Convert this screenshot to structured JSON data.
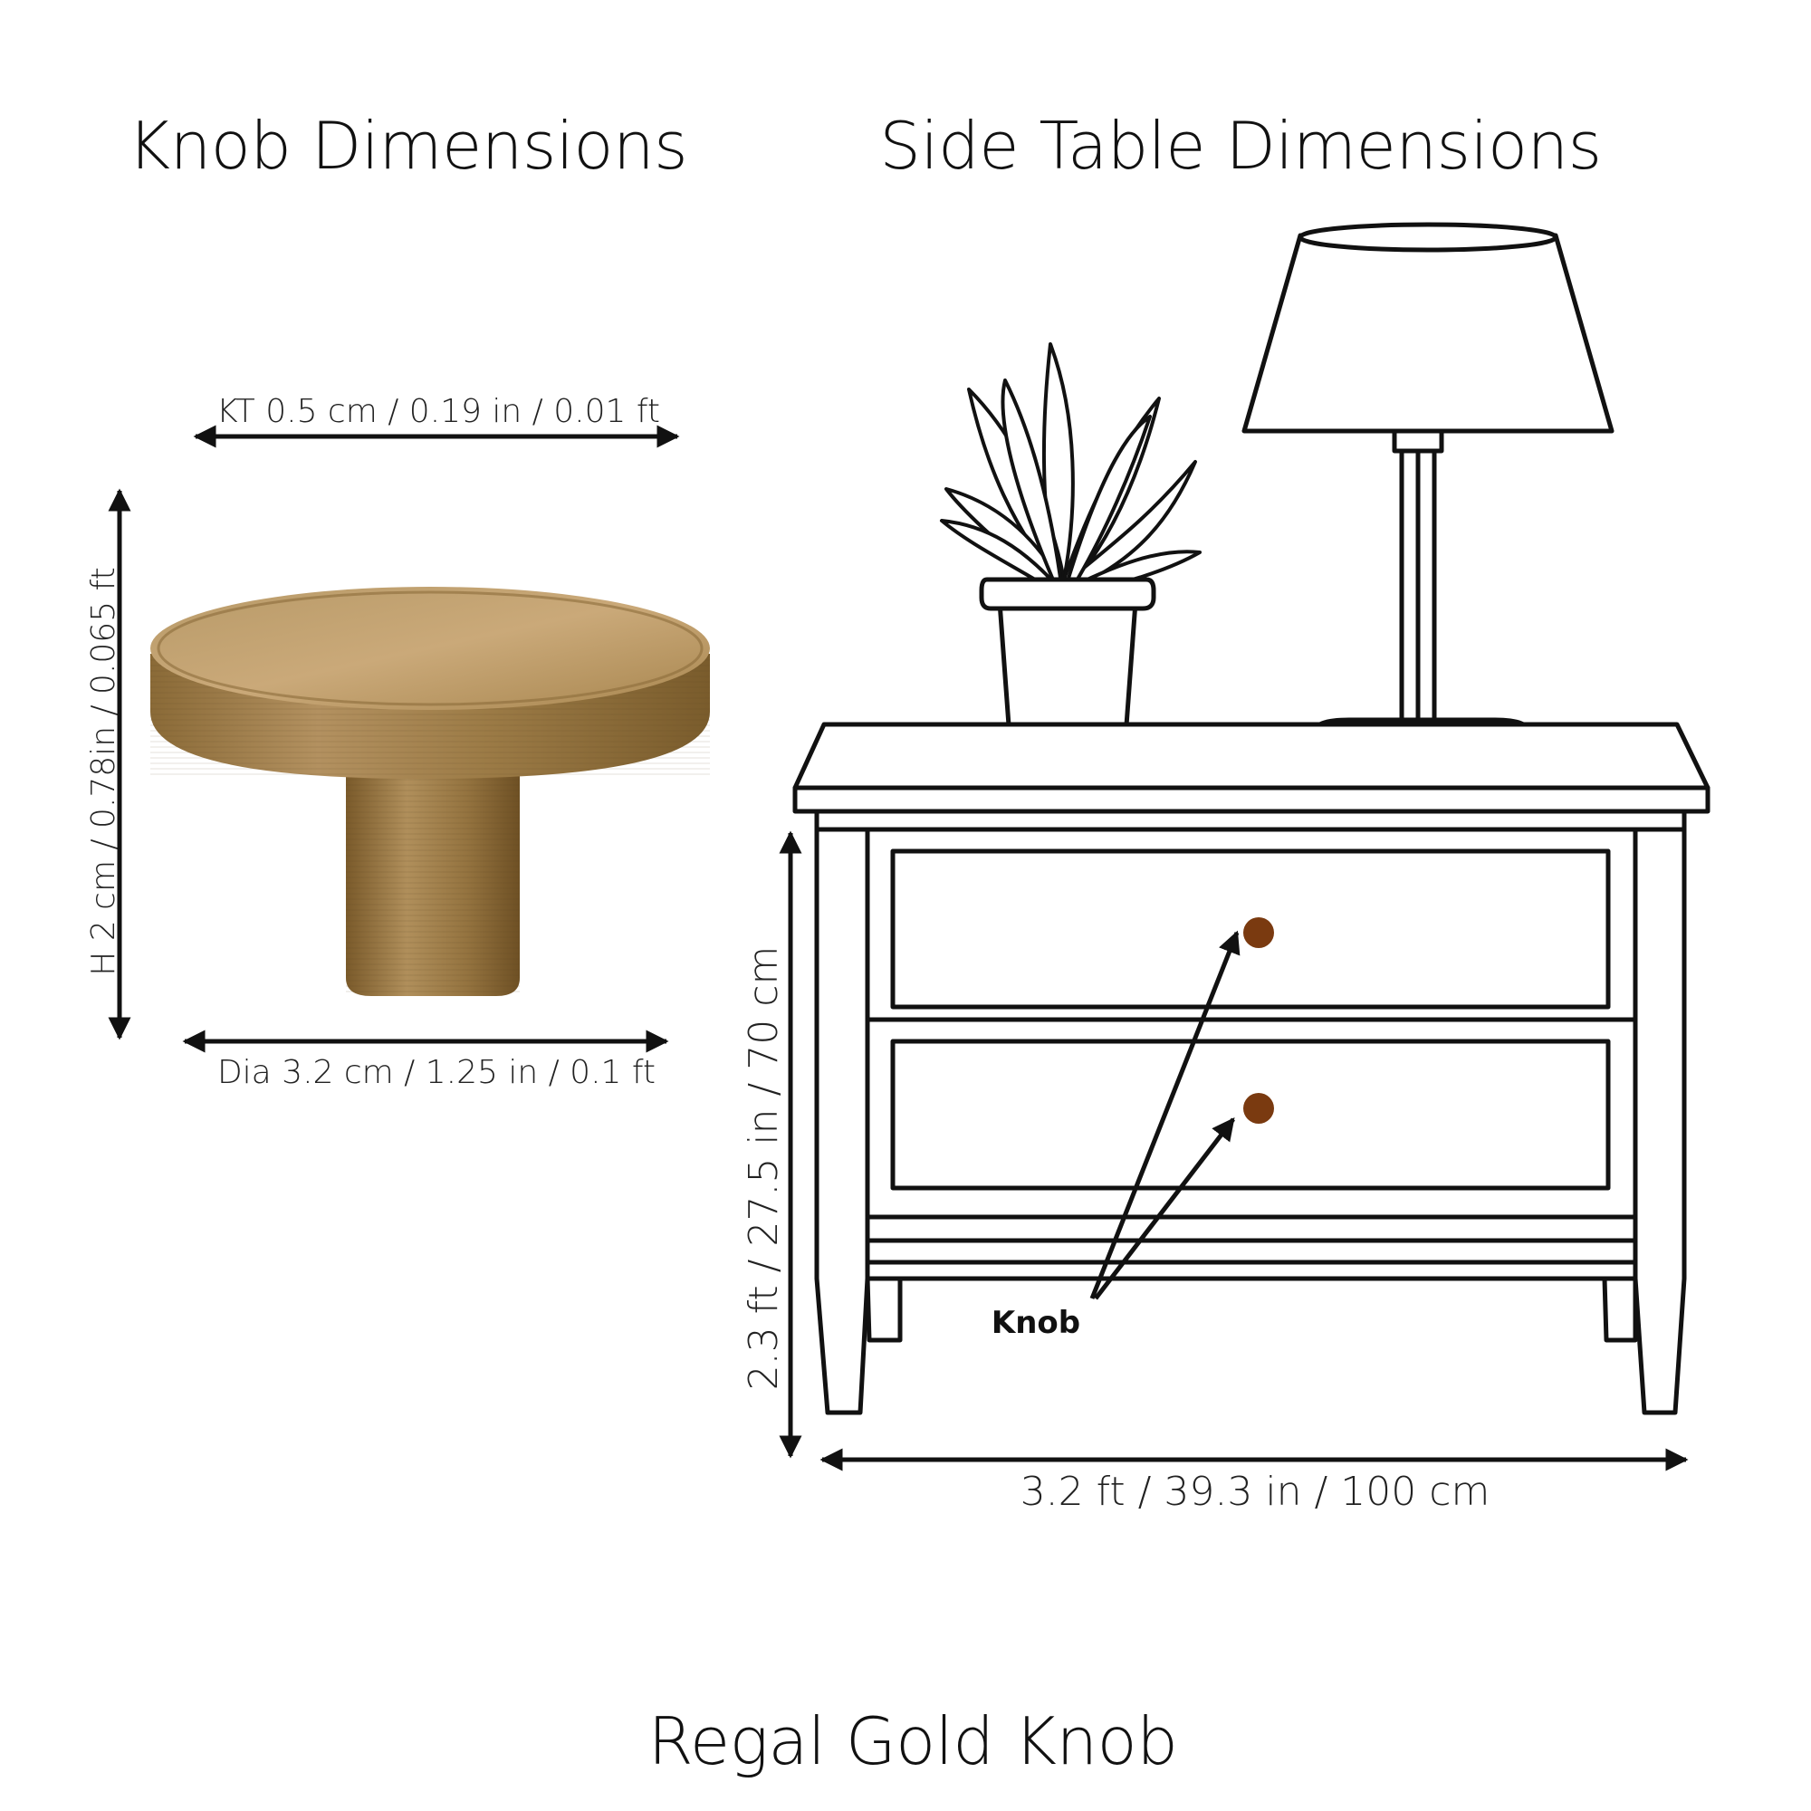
{
  "headings": {
    "knob": "Knob Dimensions",
    "table": "Side Table Dimensions",
    "product": "Regal Gold Knob"
  },
  "knob_dimensions": {
    "thickness": "KT 0.5 cm / 0.19 in / 0.01 ft",
    "height": "H 2 cm / 0.78in / 0.065 ft",
    "diameter": "Dia 3.2 cm / 1.25 in / 0.1 ft"
  },
  "table_dimensions": {
    "height": "2.3 ft / 27.5 in / 70 cm",
    "width": "3.2 ft / 39.3 in / 100 cm"
  },
  "callout": {
    "label": "Knob"
  },
  "colors": {
    "knob_gold": "#a8864f",
    "knob_dot": "#7a3a10",
    "ink": "#111111"
  },
  "icons": {
    "knob_photo": "brass-knob-icon",
    "plant": "potted-plant-icon",
    "lamp": "table-lamp-icon",
    "table": "side-table-icon"
  }
}
